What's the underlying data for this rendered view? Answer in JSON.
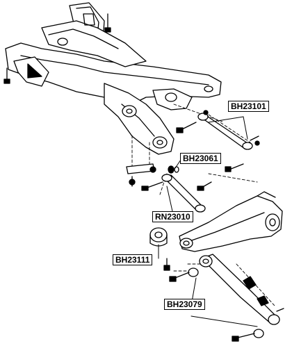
{
  "labels": {
    "bh23101": "BH23101",
    "bh23061": "BH23061",
    "rn23010": "RN23010",
    "bh23111": "BH23111",
    "bh23079": "BH23079"
  },
  "colors": {
    "line": "#000000",
    "background": "#ffffff"
  }
}
